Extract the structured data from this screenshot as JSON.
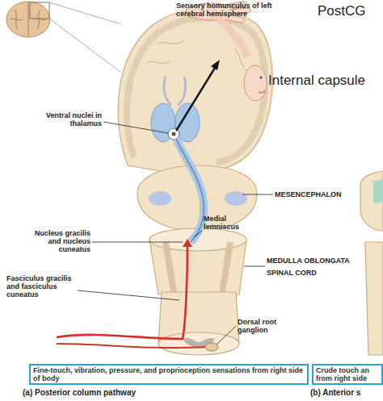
{
  "diagram": {
    "nodes": [
      {
        "text": [
          "Fine-touch, vibration, pressure, and proprioception sensations from right side of body"
        ]
      },
      {
        "text": [
          "Crude touch an",
          "from right side"
        ]
      }
    ],
    "labels": [
      "Sensory homunculus of left cerebral hemisphere",
      "PostCG",
      "Internal capsule",
      "Ventral nuclei in thalamus",
      "MESENCEPHALON",
      "Medial lemniscus",
      "Nucleus gracilis and nucleus cuneatus",
      "MEDULLA OBLONGATA",
      "SPINAL CORD",
      "Fasciculus gracilis and fasciculus cuneatus",
      "Dorsal root ganglion",
      "(a) Posterior column pathway",
      "(b) Anterior s"
    ]
  }
}
